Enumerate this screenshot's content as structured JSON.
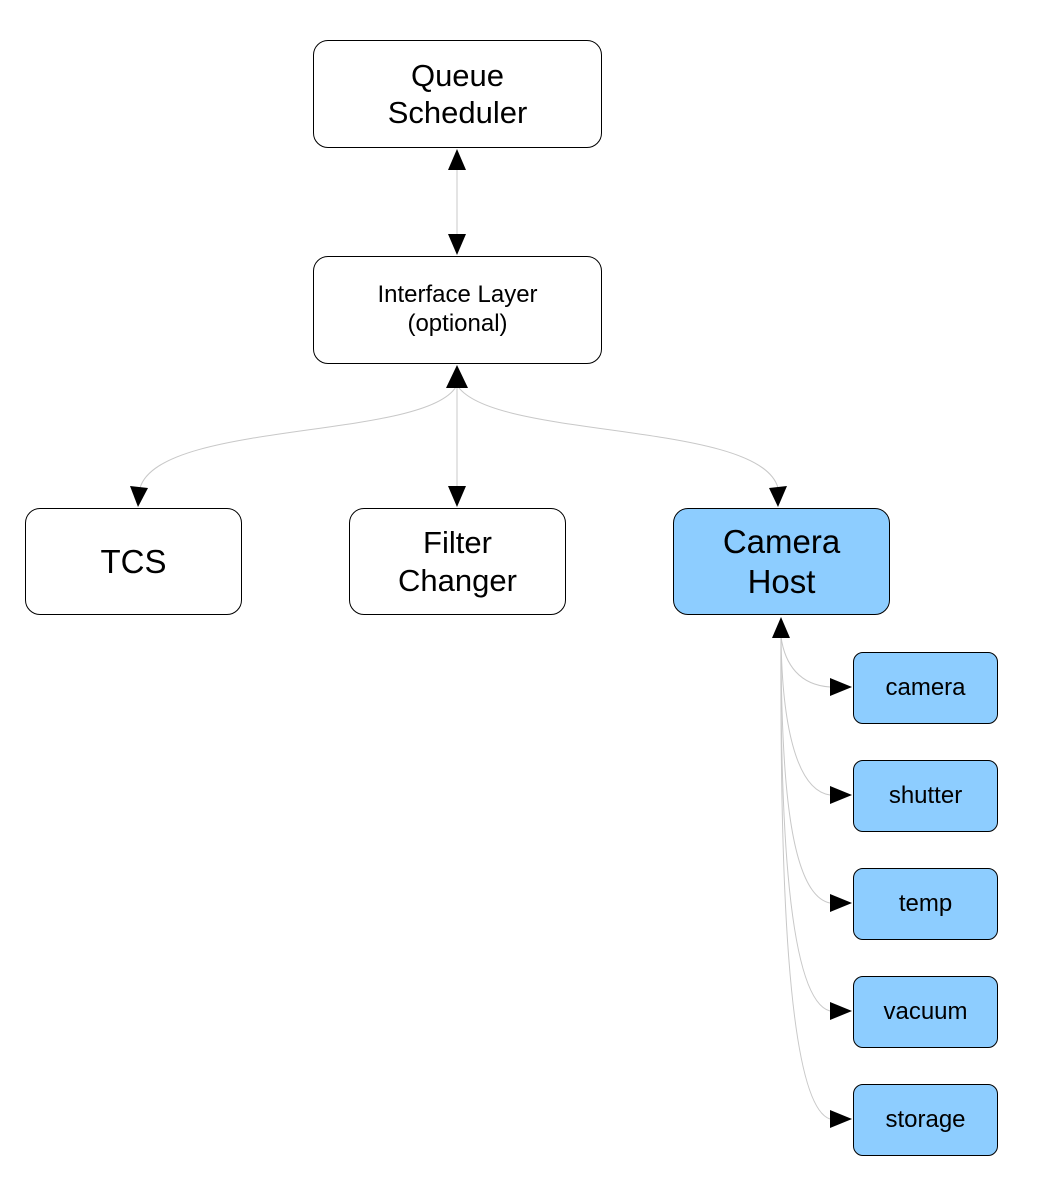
{
  "colors": {
    "plain_fill": "#ffffff",
    "highlight_fill": "#8dcdff",
    "border": "#000000",
    "edge": "#c8c8c8",
    "arrowhead": "#000000"
  },
  "nodes": {
    "queue_scheduler": {
      "label": "Queue\nScheduler",
      "style": "plain"
    },
    "interface_layer": {
      "label": "Interface Layer\n(optional)",
      "style": "plain"
    },
    "tcs": {
      "label": "TCS",
      "style": "plain"
    },
    "filter_changer": {
      "label": "Filter\nChanger",
      "style": "plain"
    },
    "camera_host": {
      "label": "Camera\nHost",
      "style": "highlight"
    },
    "camera": {
      "label": "camera",
      "style": "highlight"
    },
    "shutter": {
      "label": "shutter",
      "style": "highlight"
    },
    "temp": {
      "label": "temp",
      "style": "highlight"
    },
    "vacuum": {
      "label": "vacuum",
      "style": "highlight"
    },
    "storage": {
      "label": "storage",
      "style": "highlight"
    }
  },
  "edges": [
    {
      "from": "queue_scheduler",
      "to": "interface_layer",
      "direction": "both"
    },
    {
      "from": "interface_layer",
      "to": "tcs",
      "direction": "both"
    },
    {
      "from": "interface_layer",
      "to": "filter_changer",
      "direction": "both"
    },
    {
      "from": "interface_layer",
      "to": "camera_host",
      "direction": "both"
    },
    {
      "from": "camera_host",
      "to": "camera",
      "direction": "both"
    },
    {
      "from": "camera_host",
      "to": "shutter",
      "direction": "both"
    },
    {
      "from": "camera_host",
      "to": "temp",
      "direction": "both"
    },
    {
      "from": "camera_host",
      "to": "vacuum",
      "direction": "both"
    },
    {
      "from": "camera_host",
      "to": "storage",
      "direction": "both"
    }
  ]
}
